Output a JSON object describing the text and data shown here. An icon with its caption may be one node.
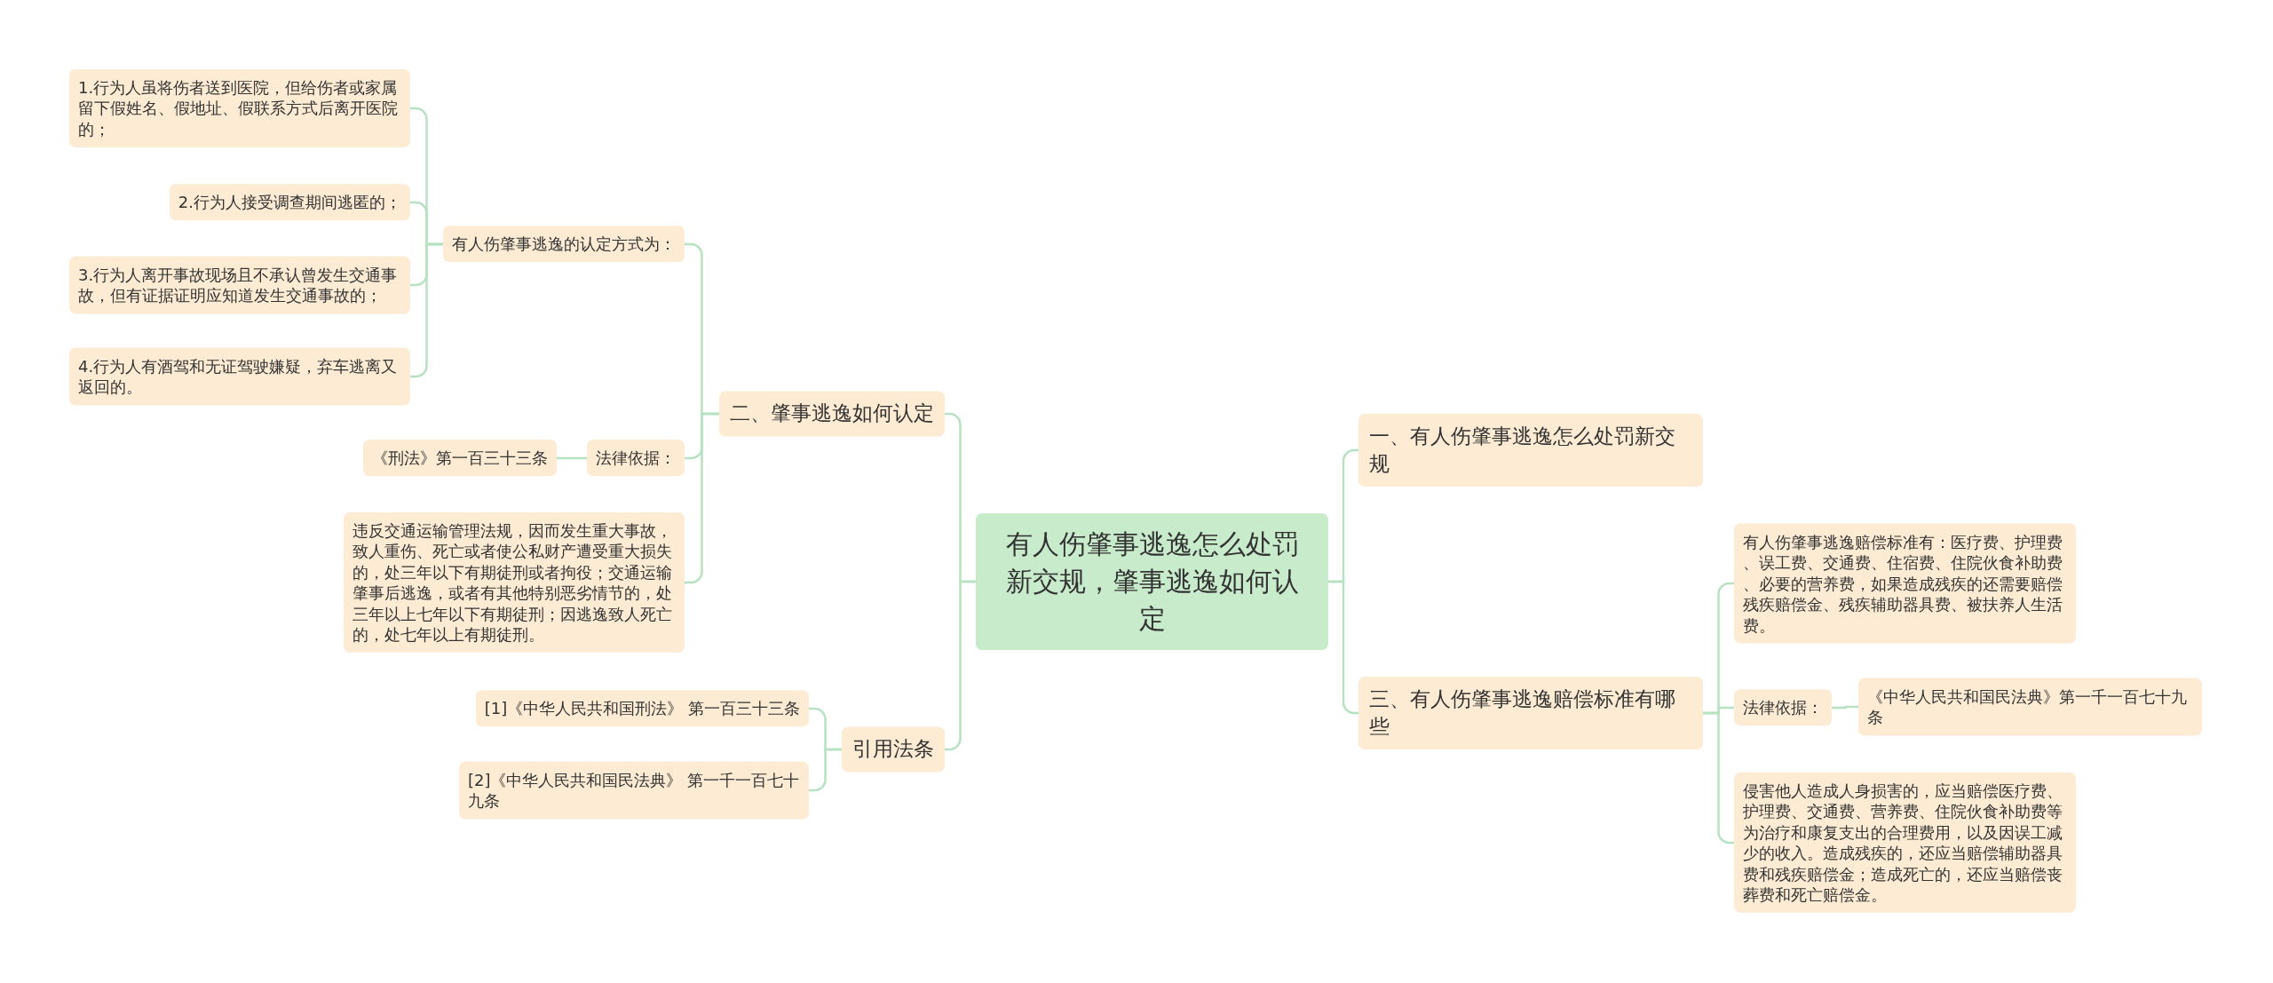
{
  "diagram": {
    "nodes": [
      {
        "text": [
          "有人伤肇事逃逸怎么处罚新交规，肇事逃逸如何认定"
        ]
      },
      {
        "text": [
          "二、肇事逃逸如何认定"
        ]
      },
      {
        "text": [
          "有人伤肇事逃逸的认定方式为："
        ]
      },
      {
        "text": [
          "1.行为人虽将伤者送到医院，但给伤者或家属留下假姓名、假地址、假联系方式后离开医院的；"
        ]
      },
      {
        "text": [
          "2.行为人接受调查期间逃匿的；"
        ]
      },
      {
        "text": [
          "3.行为人离开事故现场且不承认曾发生交通事故，但有证据证明应知道发生交通事故的；"
        ]
      },
      {
        "text": [
          "4.行为人有酒驾和无证驾驶嫌疑，弃车逃离又返回的。"
        ]
      },
      {
        "text": [
          "法律依据："
        ]
      },
      {
        "text": [
          "《刑法》第一百三十三条"
        ]
      },
      {
        "text": [
          "违反交通运输管理法规，因而发生重大事故，致人重伤、死亡或者使公私财产遭受重大损失的，处三年以下有期徒刑或者拘役；交通运输肇事后逃逸，或者有其他特别恶劣情节的，处三年以上七年以下有期徒刑；因逃逸致人死亡的，处七年以上有期徒刑。"
        ]
      },
      {
        "text": [
          "引用法条"
        ]
      },
      {
        "text": [
          "[1]《中华人民共和国刑法》 第一百三十三条"
        ]
      },
      {
        "text": [
          "[2]《中华人民共和国民法典》 第一千一百七十九条"
        ]
      },
      {
        "text": [
          "一、有人伤肇事逃逸怎么处罚新交规"
        ]
      },
      {
        "text": [
          "三、有人伤肇事逃逸赔偿标准有哪些"
        ]
      },
      {
        "text": [
          "有人伤肇事逃逸赔偿标准有：医疗费、护理费、误工费、交通费、住宿费、住院伙食补助费、必要的营养费，如果造成残疾的还需要赔偿残疾赔偿金、残疾辅助器具费、被扶养人生活费。"
        ]
      },
      {
        "text": [
          "法律依据："
        ]
      },
      {
        "text": [
          "《中华人民共和国民法典》第一千一百七十九条"
        ]
      },
      {
        "text": [
          "侵害他人造成人身损害的，应当赔偿医疗费、护理费、交通费、营养费、住院伙食补助费等为治疗和康复支出的合理费用，以及因误工减少的收入。造成残疾的，还应当赔偿辅助器具费和残疾赔偿金；造成死亡的，还应当赔偿丧葬费和死亡赔偿金。"
        ]
      }
    ],
    "edges": [
      {
        "from": 0,
        "to": 1,
        "arrow": "none"
      },
      {
        "from": 1,
        "to": 2,
        "arrow": "none"
      },
      {
        "from": 2,
        "to": 3,
        "arrow": "none"
      },
      {
        "from": 2,
        "to": 4,
        "arrow": "none"
      },
      {
        "from": 2,
        "to": 5,
        "arrow": "none"
      },
      {
        "from": 2,
        "to": 6,
        "arrow": "none"
      },
      {
        "from": 1,
        "to": 7,
        "arrow": "none"
      },
      {
        "from": 7,
        "to": 8,
        "arrow": "none"
      },
      {
        "from": 1,
        "to": 9,
        "arrow": "none"
      },
      {
        "from": 0,
        "to": 10,
        "arrow": "none"
      },
      {
        "from": 10,
        "to": 11,
        "arrow": "none"
      },
      {
        "from": 10,
        "to": 12,
        "arrow": "none"
      },
      {
        "from": 0,
        "to": 13,
        "arrow": "none"
      },
      {
        "from": 0,
        "to": 14,
        "arrow": "none"
      },
      {
        "from": 14,
        "to": 15,
        "arrow": "none"
      },
      {
        "from": 14,
        "to": 16,
        "arrow": "none"
      },
      {
        "from": 16,
        "to": 17,
        "arrow": "none"
      },
      {
        "from": 14,
        "to": 18,
        "arrow": "none"
      }
    ]
  }
}
